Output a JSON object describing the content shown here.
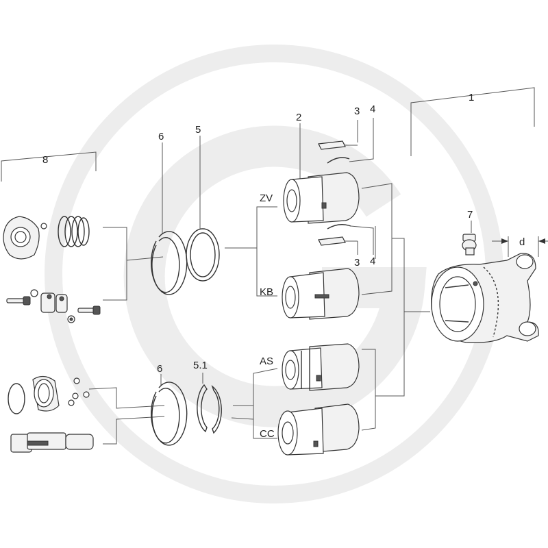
{
  "colors": {
    "line": "#333333",
    "leader": "#555555",
    "watermark": "#ededed",
    "fill": "#f2f2f2"
  },
  "watermark": {
    "icon": "circle-g-watermark-icon"
  },
  "labels": {
    "l1": "1",
    "l2": "2",
    "l3a": "3",
    "l4a": "4",
    "l3b": "3",
    "l4b": "4",
    "l5": "5",
    "l51": "5.1",
    "l6a": "6",
    "l6b": "6",
    "l7": "7",
    "l8": "8",
    "zv": "ZV",
    "kb": "KB",
    "as": "AS",
    "cc": "CC",
    "d": "d"
  }
}
